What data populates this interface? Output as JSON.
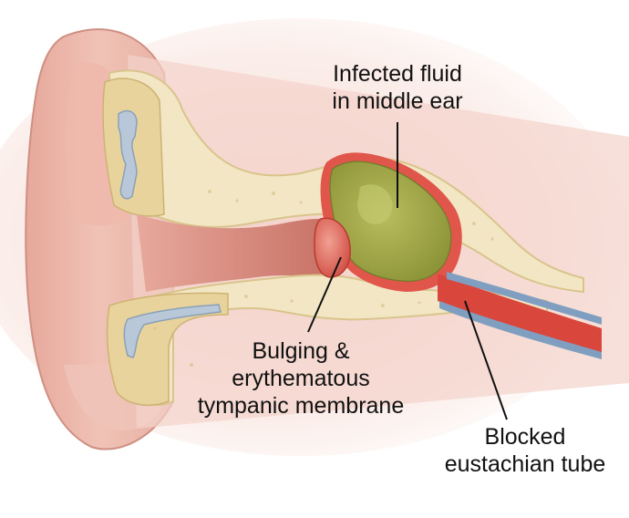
{
  "labels": {
    "fluid": {
      "line1": "Infected fluid",
      "line2": "in middle ear"
    },
    "tympanic": {
      "line1": "Bulging &",
      "line2": "erythematous",
      "line3": "tympanic membrane"
    },
    "eustachian": {
      "line1": "Blocked",
      "line2": "eustachian tube"
    }
  },
  "colors": {
    "skin": "#e9b3a6",
    "skin_dark": "#c98478",
    "bone": "#f2e6c4",
    "bone_shadow": "#ddc98e",
    "canal": "#d58b7f",
    "fluid": "#a8ad4e",
    "fluid_dark": "#7f8a34",
    "membrane": "#e25c4e",
    "tube_red": "#d9473c",
    "tube_blue": "#7f9ec0",
    "cartilage": "#b8c8d8"
  }
}
